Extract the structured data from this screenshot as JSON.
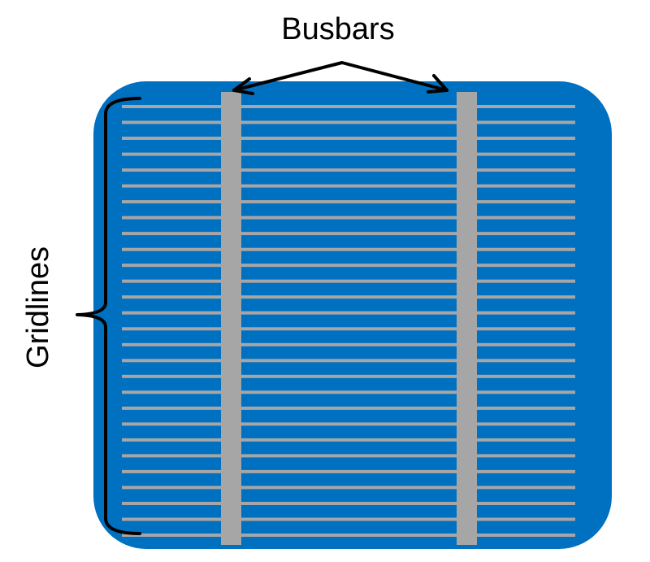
{
  "diagram": {
    "busbars_label": "Busbars",
    "gridlines_label": "Gridlines",
    "busbar_count": 2,
    "gridline_count": 28
  },
  "colors": {
    "cell": "#0070C0",
    "metal": "#A6A6A6",
    "ink": "#000000",
    "background": "#FFFFFF"
  }
}
